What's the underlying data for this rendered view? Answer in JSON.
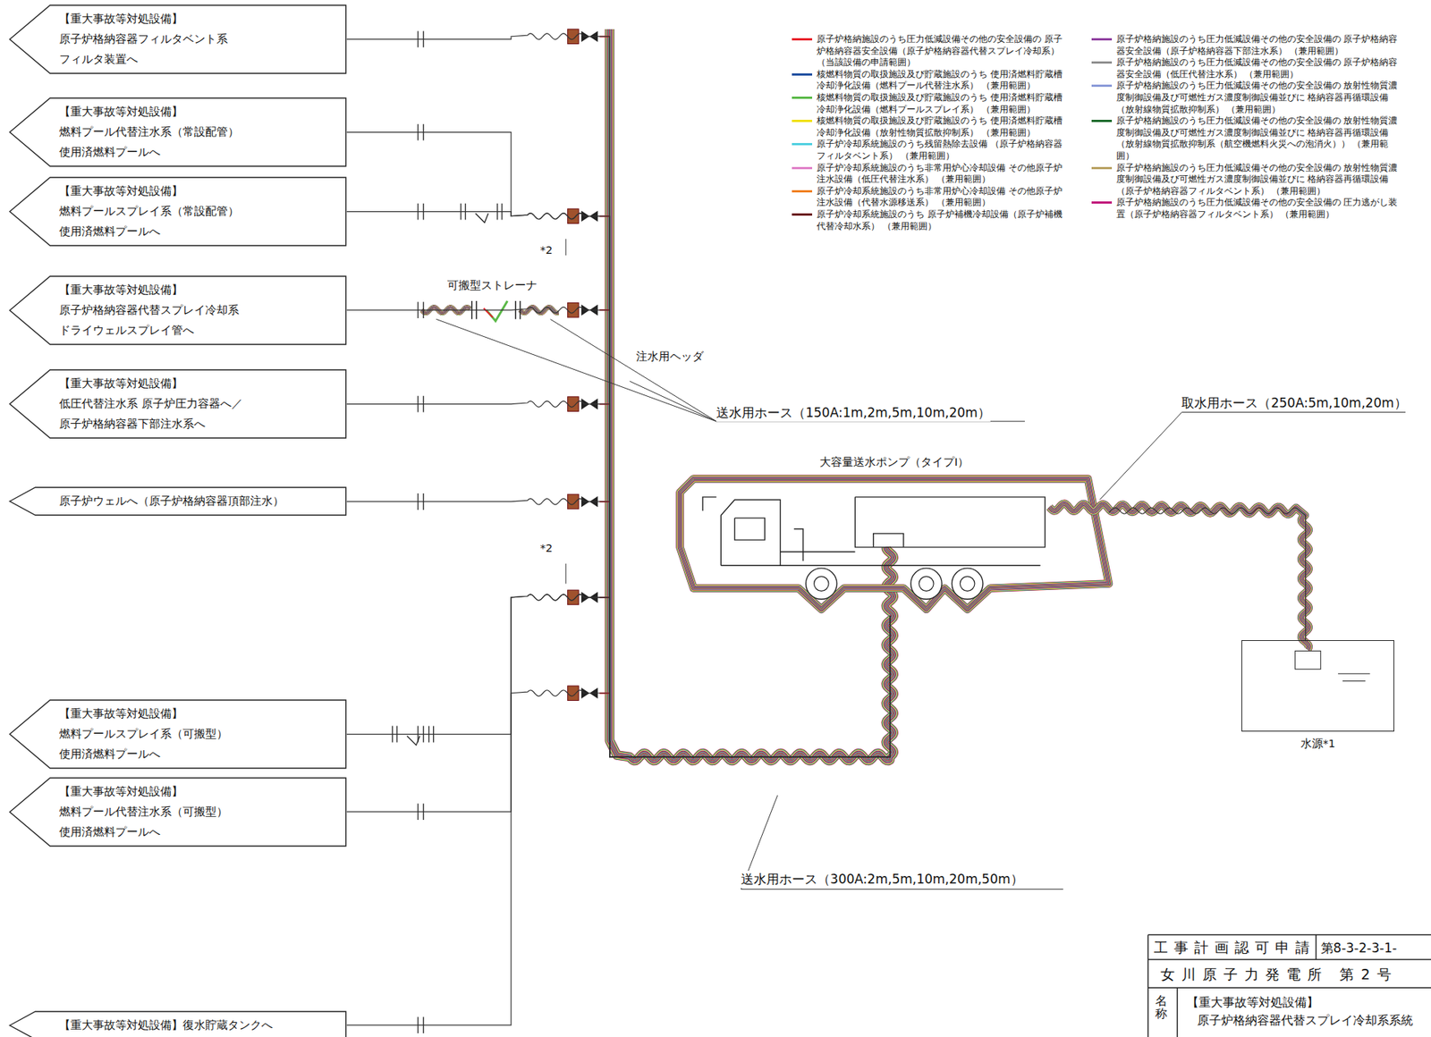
{
  "diagram": {
    "nodes": [
      {
        "text": [
          "【重大事故等対処設備】",
          "原子炉格納容器フィルタベント系 フィルタ装置へ"
        ]
      },
      {
        "text": [
          "【重大事故等対処設備】",
          "燃料プール代替注水系（常設配管） 使用済燃料プールへ"
        ]
      },
      {
        "text": [
          "【重大事故等対処設備】",
          "燃料プールスプレイ系（常設配管） 使用済燃料プールへ"
        ]
      },
      {
        "text": [
          "【重大事故等対処設備】",
          "原子炉格納容器代替スプレイ冷却系 ドライウェルスプレイ管へ"
        ]
      },
      {
        "text": [
          "【重大事故等対処設備】",
          "低圧代替注水系 原子炉圧力容器へ／原子炉格納容器下部注水系へ"
        ]
      },
      {
        "text": [
          "原子炉ウェルへ（原子炉格納容器頂部注水）"
        ]
      },
      {
        "text": [
          "【重大事故等対処設備】",
          "燃料プールスプレイ系（可搬型） 使用済燃料プールへ"
        ]
      },
      {
        "text": [
          "【重大事故等対処設備】",
          "燃料プール代替注水系（可搬型） 使用済燃料プールへ"
        ]
      },
      {
        "text": [
          "【重大事故等対処設備】復水貯蔵タンクへ"
        ]
      },
      {
        "text": [
          "大容量送水ポンプ（タイプI）"
        ]
      },
      {
        "text": [
          "水源*1"
        ]
      }
    ],
    "edges": [
      {
        "from": 10,
        "to": 9,
        "arrow": "none"
      },
      {
        "from": 9,
        "to": 0,
        "arrow": "none"
      },
      {
        "from": 9,
        "to": 1,
        "arrow": "none"
      },
      {
        "from": 9,
        "to": 2,
        "arrow": "none"
      },
      {
        "from": 9,
        "to": 3,
        "arrow": "none"
      },
      {
        "from": 9,
        "to": 4,
        "arrow": "none"
      },
      {
        "from": 9,
        "to": 5,
        "arrow": "none"
      },
      {
        "from": 9,
        "to": 6,
        "arrow": "none"
      },
      {
        "from": 9,
        "to": 7,
        "arrow": "none"
      },
      {
        "from": 9,
        "to": 8,
        "arrow": "none"
      }
    ],
    "labels": [
      "可搬型ストレーナ",
      "注水用ヘッダ",
      "送水用ホース（150A:1m,2m,5m,10m,20m）",
      "取水用ホース（250A:5m,10m,20m）",
      "送水用ホース（300A:2m,5m,10m,20m,50m）",
      "*2",
      "*2",
      "工事計画認可申請",
      "第8-3-2-3-1-",
      "女川原子力発電所 第2号",
      "名称",
      "【重大事故等対処設備】",
      "原子炉格納容器代替スプレイ冷却系系統"
    ],
    "legend": [
      {
        "text": "原子炉格納施設のうち圧力低減設備その他の安全設備の 原子炉格納容器安全設備（原子炉格納容器代替スプレイ冷却系） （当該設備の申請範囲）",
        "color": "#e8202a"
      },
      {
        "text": "核燃料物質の取扱施設及び貯蔵施設のうち 使用済燃料貯蔵槽冷却浄化設備（燃料プール代替注水系） （兼用範囲）",
        "color": "#1f4fa0"
      },
      {
        "text": "核燃料物質の取扱施設及び貯蔵施設のうち 使用済燃料貯蔵槽冷却浄化設備（燃料プールスプレイ系） （兼用範囲）",
        "color": "#5ab947"
      },
      {
        "text": "核燃料物質の取扱施設及び貯蔵施設のうち 使用済燃料貯蔵槽冷却浄化設備（放射性物質拡散抑制系） （兼用範囲）",
        "color": "#f0e000"
      },
      {
        "text": "原子炉冷却系統施設のうち残留熱除去設備 （原子炉格納容器フィルタベント系） （兼用範囲）",
        "color": "#4fd0e0"
      },
      {
        "text": "原子炉冷却系統施設のうち非常用炉心冷却設備 その他原子炉注水設備（低圧代替注水系） （兼用範囲）",
        "color": "#e080c8"
      },
      {
        "text": "原子炉冷却系統施設のうち非常用炉心冷却設備 その他原子炉注水設備（代替水源移送系） （兼用範囲）",
        "color": "#f08020"
      },
      {
        "text": "原子炉冷却系統施設のうち 原子炉補機冷却設備（原子炉補機代替冷却水系） （兼用範囲）",
        "color": "#6a0a10"
      },
      {
        "text": "原子炉格納施設のうち圧力低減設備その他の安全設備の 原子炉格納容器安全設備（原子炉格納容器下部注水系） （兼用範囲）",
        "color": "#9040a0"
      },
      {
        "text": "原子炉格納施設のうち圧力低減設備その他の安全設備の 原子炉格納容器安全設備（低圧代替注水系） （兼用範囲）",
        "color": "#909090"
      },
      {
        "text": "原子炉格納施設のうち圧力低減設備その他の安全設備の 放射性物質濃度制御設備及び可燃性ガス濃度制御設備並びに 格納容器再循環設備（放射線物質拡散抑制系） （兼用範囲）",
        "color": "#8a9ad8"
      },
      {
        "text": "原子炉格納施設のうち圧力低減設備その他の安全設備の 放射性物質濃度制御設備及び可燃性ガス濃度制御設備並びに 格納容器再循環設備（放射線物質拡散抑制系（航空機燃料火災への泡消火）） （兼用範囲）",
        "color": "#1a6a2a"
      },
      {
        "text": "原子炉格納施設のうち圧力低減設備その他の安全設備の 放射性物質濃度制御設備及び可燃性ガス濃度制御設備並びに 格納容器再循環設備（原子炉格納容器フィルタベント系） （兼用範囲）",
        "color": "#b8a060"
      },
      {
        "text": "原子炉格納施設のうち圧力低減設備その他の安全設備の 圧力逃がし装置（原子炉格納容器フィルタベント系） （兼用範囲）",
        "color": "#c0147a"
      }
    ]
  }
}
